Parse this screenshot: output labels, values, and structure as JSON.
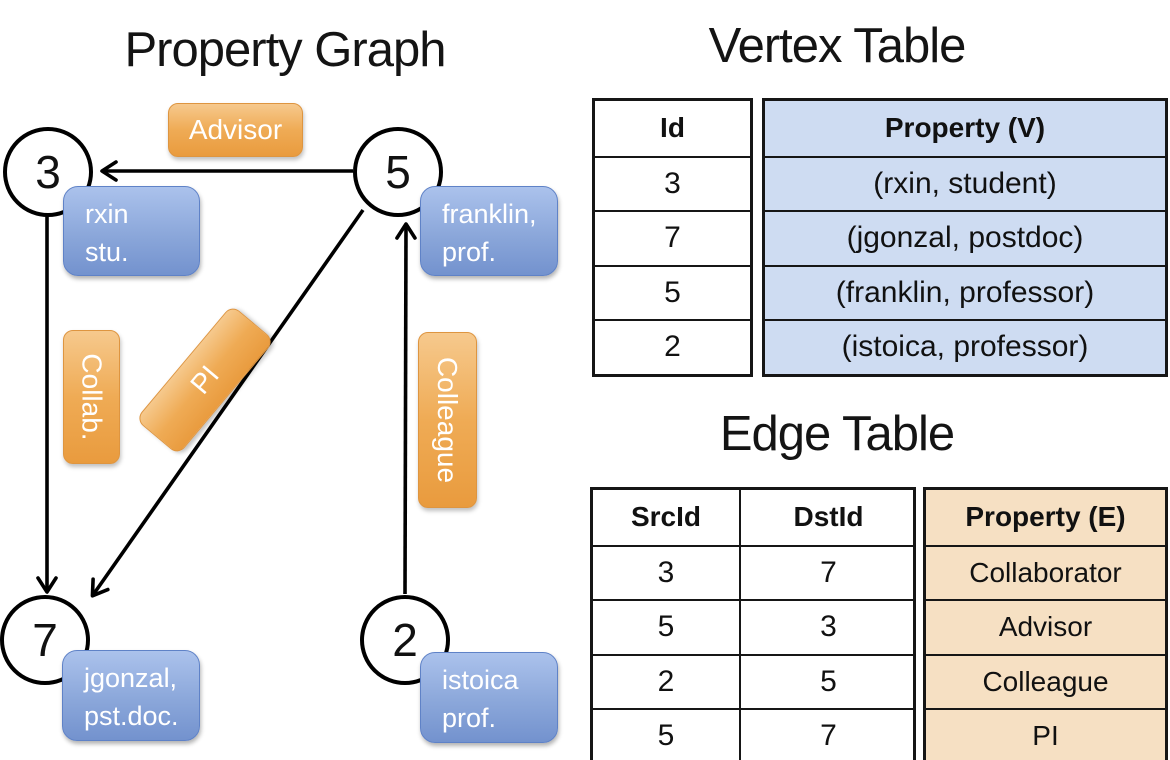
{
  "graph": {
    "title": "Property Graph",
    "nodes": [
      {
        "id": "3",
        "line1": "rxin",
        "line2": "stu."
      },
      {
        "id": "5",
        "line1": "franklin,",
        "line2": "prof."
      },
      {
        "id": "7",
        "line1": "jgonzal,",
        "line2": "pst.doc."
      },
      {
        "id": "2",
        "line1": "istoica",
        "line2": "prof."
      }
    ],
    "edges": [
      {
        "src": "5",
        "dst": "3",
        "label": "Advisor"
      },
      {
        "src": "3",
        "dst": "7",
        "label": "Collab."
      },
      {
        "src": "5",
        "dst": "7",
        "label": "PI"
      },
      {
        "src": "2",
        "dst": "5",
        "label": "Colleague"
      }
    ]
  },
  "vertex_table": {
    "title": "Vertex Table",
    "header_id": "Id",
    "header_property": "Property (V)",
    "rows": [
      {
        "id": "3",
        "property": "(rxin, student)"
      },
      {
        "id": "7",
        "property": "(jgonzal, postdoc)"
      },
      {
        "id": "5",
        "property": "(franklin, professor)"
      },
      {
        "id": "2",
        "property": "(istoica, professor)"
      }
    ]
  },
  "edge_table": {
    "title": "Edge Table",
    "header_src": "SrcId",
    "header_dst": "DstId",
    "header_property": "Property (E)",
    "rows": [
      {
        "src": "3",
        "dst": "7",
        "property": "Collaborator"
      },
      {
        "src": "5",
        "dst": "3",
        "property": "Advisor"
      },
      {
        "src": "2",
        "dst": "5",
        "property": "Colleague"
      },
      {
        "src": "5",
        "dst": "7",
        "property": "PI"
      }
    ]
  },
  "colors": {
    "edge_label_fill": "#efa952",
    "vertex_label_fill": "#8ba7da",
    "vertex_table_fill": "#cedcf2",
    "edge_table_fill": "#f6e0c3",
    "line": "#000000"
  }
}
